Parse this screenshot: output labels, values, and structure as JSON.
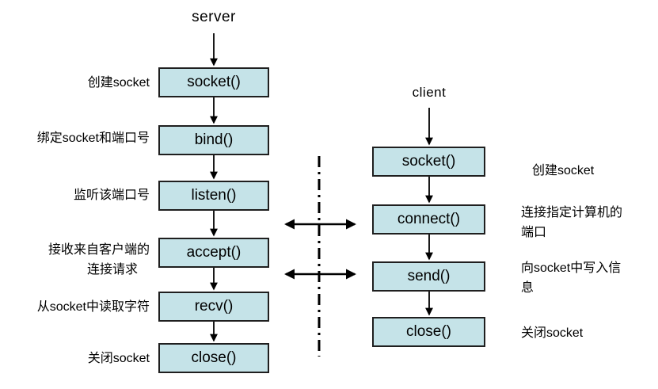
{
  "diagram": {
    "kind": "socket-api-flow",
    "colors": {
      "box_fill": "#c5e3e8",
      "box_border": "#1f1f1f",
      "line": "#000000",
      "text": "#000000",
      "background": "#ffffff"
    },
    "server": {
      "title": "server",
      "nodes": [
        {
          "label": "socket()",
          "annotation_lines": [
            "创建socket"
          ]
        },
        {
          "label": "bind()",
          "annotation_lines": [
            "绑定socket和端口号"
          ]
        },
        {
          "label": "listen()",
          "annotation_lines": [
            "监听该端口号"
          ]
        },
        {
          "label": "accept()",
          "annotation_lines": [
            "接收来自客户端的",
            "连接请求"
          ]
        },
        {
          "label": "recv()",
          "annotation_lines": [
            "从socket中读取字符"
          ]
        },
        {
          "label": "close()",
          "annotation_lines": [
            "关闭socket"
          ]
        }
      ]
    },
    "client": {
      "title": "client",
      "nodes": [
        {
          "label": "socket()",
          "annotation_lines": [
            "创建socket"
          ]
        },
        {
          "label": "connect()",
          "annotation_lines": [
            "连接指定计算机的",
            "端口"
          ]
        },
        {
          "label": "send()",
          "annotation_lines": [
            "向socket中写入信",
            "息"
          ]
        },
        {
          "label": "close()",
          "annotation_lines": [
            "关闭socket"
          ]
        }
      ]
    }
  }
}
